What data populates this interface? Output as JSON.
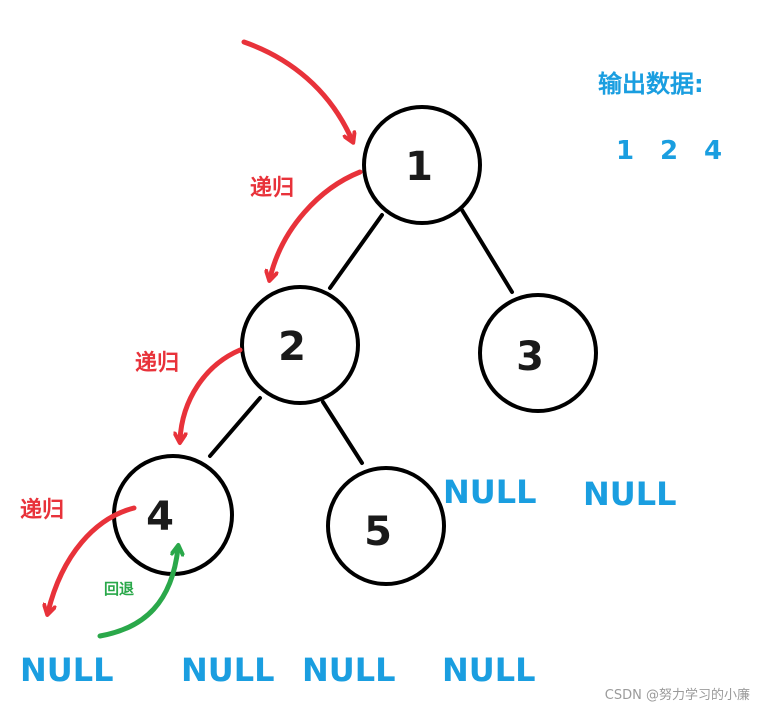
{
  "tree": {
    "nodes": [
      {
        "id": "1",
        "label": "1"
      },
      {
        "id": "2",
        "label": "2"
      },
      {
        "id": "3",
        "label": "3"
      },
      {
        "id": "4",
        "label": "4"
      },
      {
        "id": "5",
        "label": "5"
      }
    ],
    "edges": [
      {
        "from": "1",
        "to": "2"
      },
      {
        "from": "1",
        "to": "3"
      },
      {
        "from": "2",
        "to": "4"
      },
      {
        "from": "2",
        "to": "5"
      }
    ],
    "null_label": "NULL"
  },
  "annotations": {
    "recursion_label": "递归",
    "backtrack_label": "回退"
  },
  "output": {
    "title": "输出数据:",
    "values": [
      "1",
      "2",
      "4"
    ]
  },
  "watermark": "CSDN @努力学习的小廉",
  "colors": {
    "recursion_arrow": "#e8323a",
    "backtrack_arrow": "#2aa84a",
    "null_text": "#1a9ee0",
    "output_text": "#1a9ee0",
    "node_stroke": "#000000"
  }
}
